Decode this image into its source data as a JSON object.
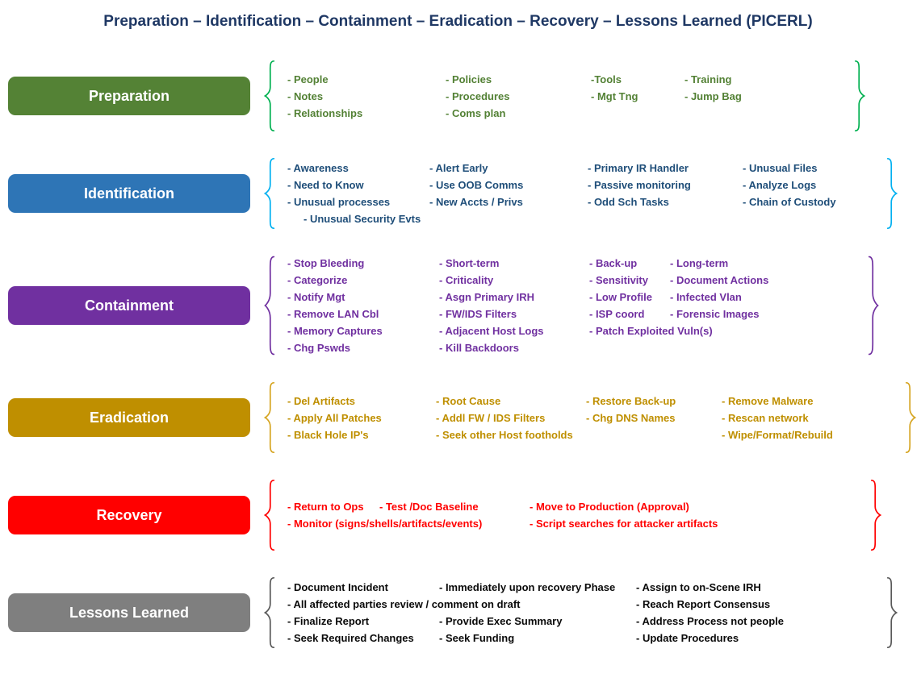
{
  "title": "Preparation – Identification – Containment – Eradication – Recovery – Lessons Learned (PICERL)",
  "title_color": "#1F3864",
  "phases": [
    {
      "label": "Preparation",
      "box_color": "#548235",
      "text_color": "#538135",
      "brace_color": "#00B050",
      "rows": [
        [
          "- People",
          "- Policies",
          "-Tools",
          "- Training"
        ],
        [
          "- Notes",
          "- Procedures",
          "- Mgt Tng",
          "- Jump Bag"
        ],
        [
          "- Relationships",
          "- Coms plan"
        ]
      ]
    },
    {
      "label": "Identification",
      "box_color": "#2E75B6",
      "text_color": "#1F4E79",
      "brace_color": "#00B0F0",
      "rows": [
        [
          "- Awareness",
          "- Alert Early",
          "- Primary IR Handler",
          "- Unusual Files"
        ],
        [
          "- Need to Know",
          "- Use OOB Comms",
          "- Passive monitoring",
          "- Analyze Logs"
        ],
        [
          "- Unusual processes",
          "- New Accts / Privs",
          "- Odd Sch Tasks",
          "- Chain of Custody"
        ],
        [
          "- Unusual Security Evts"
        ]
      ]
    },
    {
      "label": "Containment",
      "box_color": "#7030A0",
      "text_color": "#7030A0",
      "brace_color": "#7030A0",
      "rows": [
        [
          "- Stop Bleeding",
          "- Short-term",
          "- Back-up",
          "- Long-term"
        ],
        [
          "- Categorize",
          "- Criticality",
          "- Sensitivity",
          "- Document Actions"
        ],
        [
          "- Notify Mgt",
          "- Asgn Primary IRH",
          "- Low Profile",
          "- Infected Vlan"
        ],
        [
          "- Remove LAN Cbl",
          "- FW/IDS Filters",
          "- ISP coord",
          "- Forensic Images"
        ],
        [
          "- Memory Captures",
          "- Adjacent Host Logs",
          "- Patch Exploited Vuln(s)"
        ],
        [
          "- Chg Pswds",
          "- Kill Backdoors"
        ]
      ]
    },
    {
      "label": "Eradication",
      "box_color": "#BF8F00",
      "text_color": "#BF8F00",
      "brace_color": "#D6A521",
      "rows": [
        [
          "- Del Artifacts",
          "- Root Cause",
          "- Restore Back-up",
          "- Remove Malware"
        ],
        [
          "- Apply All Patches",
          "- Addl FW / IDS Filters",
          "- Chg DNS Names",
          "- Rescan network"
        ],
        [
          "- Black Hole IP's",
          "- Seek other Host footholds",
          "- Wipe/Format/Rebuild"
        ]
      ]
    },
    {
      "label": "Recovery",
      "box_color": "#FF0000",
      "text_color": "#FF0000",
      "brace_color": "#FF0000",
      "rows": [
        [
          "- Return to Ops",
          "- Test /Doc Baseline",
          "- Move to Production (Approval)"
        ],
        [
          "- Monitor (signs/shells/artifacts/events)",
          "- Script searches for attacker artifacts"
        ]
      ]
    },
    {
      "label": "Lessons Learned",
      "box_color": "#7F7F7F",
      "text_color": "#0A0A0A",
      "brace_color": "#595959",
      "rows": [
        [
          "- Document Incident",
          "- Immediately upon recovery Phase",
          "- Assign to on-Scene IRH"
        ],
        [
          "- All affected parties review / comment on draft",
          "- Reach Report Consensus"
        ],
        [
          "- Finalize Report",
          "- Provide Exec Summary",
          "- Address Process not people"
        ],
        [
          "- Seek Required Changes",
          "- Seek Funding",
          "- Update Procedures"
        ]
      ]
    }
  ]
}
